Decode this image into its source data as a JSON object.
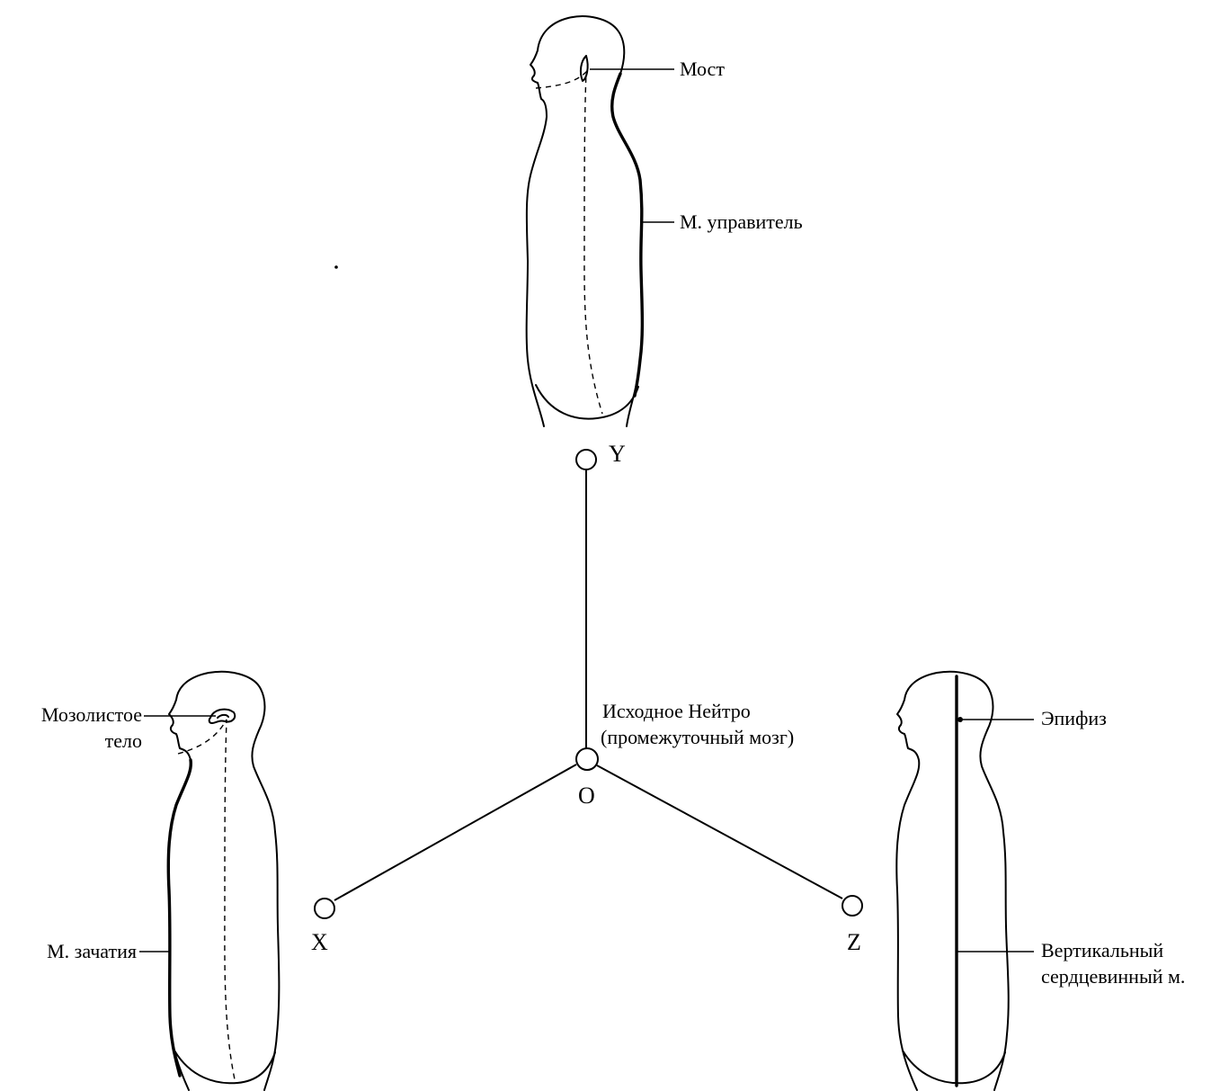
{
  "labels": {
    "most": "Мост",
    "upravitel": "М. управитель",
    "mozolistoe_line1": "Мозолистое",
    "mozolistoe_line2": "тело",
    "zachatiya": "М. зачатия",
    "epifiz": "Эпифиз",
    "vertikalnyi_line1": "Вертикальный",
    "vertikalnyi_line2": "сердцевинный м.",
    "origin_line1": "Исходное Нейтро",
    "origin_line2": "(промежуточный мозг)"
  },
  "axes": {
    "y": "Y",
    "x": "X",
    "z": "Z",
    "o": "O"
  },
  "colors": {
    "ink": "#000000",
    "paper": "#ffffff"
  }
}
